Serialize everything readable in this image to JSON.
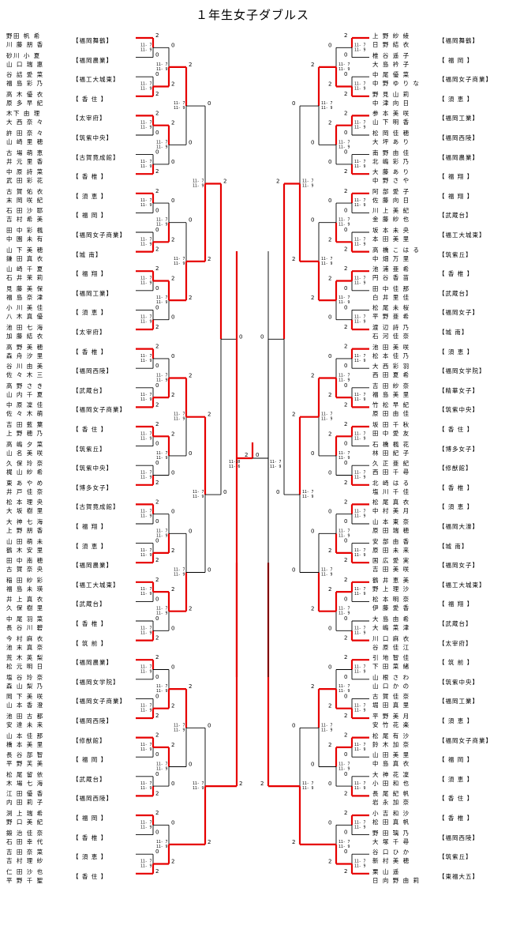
{
  "title": "１年生女子ダブルス",
  "left": [
    {
      "n1": "野田 帆 希",
      "n2": "川 藤 朋 香",
      "school": "【福岡舞鶴】"
    },
    {
      "n1": "砂川 小 夏",
      "n2": "山 口 瑞 惠",
      "school": "【福岡農業】"
    },
    {
      "n1": "谷 詰 愛 菜",
      "n2": "福 島 彩 乃",
      "school": "【福工大城東】"
    },
    {
      "n1": "高 木 優 衣",
      "n2": "原 多 早 紀",
      "school": "【 香 住 】"
    },
    {
      "n1": "木下 由 理",
      "n2": "大 西 奈 々",
      "school": "【太宰府】"
    },
    {
      "n1": "許 田 奈 々",
      "n2": "山 崎 里 穂",
      "school": "【筑紫中央】"
    },
    {
      "n1": "古 場 萌 恵",
      "n2": "井 元 里 香",
      "school": "【古賀竟成館】"
    },
    {
      "n1": "中 原 詩 菜",
      "n2": "武 田 彩 花",
      "school": "【 香 椎 】"
    },
    {
      "n1": "古 賀 佑 衣",
      "n2": "末 岡 咲 紀",
      "school": "【 須 恵 】"
    },
    {
      "n1": "石 田 沙 耶",
      "n2": "吉 村 希 美",
      "school": "【 福 岡 】"
    },
    {
      "n1": "田 中 彩 楓",
      "n2": "中 園 未 有",
      "school": "【福岡女子商業】"
    },
    {
      "n1": "山 下 美 穂",
      "n2": "鎌 田 真 衣",
      "school": "【城 南】"
    },
    {
      "n1": "山 崎 千 夏",
      "n2": "石 井 茉 莉",
      "school": "【 福 翔 】"
    },
    {
      "n1": "見 藤 美 保",
      "n2": "福 島 奈 津",
      "school": "【福岡工業】"
    },
    {
      "n1": "小 川 美 佳",
      "n2": "八 木 真 優",
      "school": "【 須 恵 】"
    },
    {
      "n1": "池 田 七 海",
      "n2": "加 藤 結 衣",
      "school": "【太宰府】"
    },
    {
      "n1": "高 野 美 穂",
      "n2": "森 舟 汐 里",
      "school": "【 香 椎 】"
    },
    {
      "n1": "谷 川 由 美",
      "n2": "佐 々 木 三",
      "school": "【福岡西陵】"
    },
    {
      "n1": "高 野 さ き",
      "n2": "山 内 千 夏",
      "school": "【武蔵台】"
    },
    {
      "n1": "中 原 凜 佳",
      "n2": "佐 々 木 萌",
      "school": "【福岡女子商業】"
    },
    {
      "n1": "吉 田 藍 葉",
      "n2": "上 野 穂 乃",
      "school": "【 香 住 】"
    },
    {
      "n1": "高 嶋 夕 菜",
      "n2": "山 名 美 咲",
      "school": "【筑紫丘】"
    },
    {
      "n1": "久 保 玲 奈",
      "n2": "梶 山 紗 希",
      "school": "【筑紫中央】"
    },
    {
      "n1": "東 あ や め",
      "n2": "井 戸 佳 奈",
      "school": "【博多女子】"
    },
    {
      "n1": "松 本 理 央",
      "n2": "大 坂 樹 里",
      "school": "【古賀竟成館】"
    },
    {
      "n1": "大 神 七 海",
      "n2": "上 野 朋 香",
      "school": "【 福 翔 】"
    },
    {
      "n1": "山 田 萌 未",
      "n2": "鶴 木 安 里",
      "school": "【 須 恵 】"
    },
    {
      "n1": "田 中 南 穂",
      "n2": "古 賀 奈 央",
      "school": "【福岡農業】"
    },
    {
      "n1": "稲 田 紗 彩",
      "n2": "福 島 未 瑛",
      "school": "【福工大城東】"
    },
    {
      "n1": "井 上 真 衣",
      "n2": "久 保 樹 里",
      "school": "【武蔵台】"
    },
    {
      "n1": "中 尾 羽 菜",
      "n2": "長 谷 川 碧",
      "school": "【 香 椎 】"
    },
    {
      "n1": "今 村 麻 衣",
      "n2": "池 末 真 奈",
      "school": "【 筑 前 】"
    },
    {
      "n1": "荒 木 英 梨",
      "n2": "松 元 明 日",
      "school": "【福岡農業】"
    },
    {
      "n1": "塩 谷 玲 奈",
      "n2": "森 山 梨 乃",
      "school": "【福岡女学院】"
    },
    {
      "n1": "岡 下 美 咲",
      "n2": "山 本 香 澄",
      "school": "【福岡女子商業】"
    },
    {
      "n1": "池 田 古 都",
      "n2": "安 達 未 来",
      "school": "【福岡西陵】"
    },
    {
      "n1": "山 本 佳 那",
      "n2": "橋 本 美 里",
      "school": "【修猷館】"
    },
    {
      "n1": "長 谷 部 智",
      "n2": "平 野 芙 美",
      "school": "【 福 岡 】"
    },
    {
      "n1": "松 尾 留 依",
      "n2": "木 場 七 海",
      "school": "【武蔵台】"
    },
    {
      "n1": "江 田 優 香",
      "n2": "内 田 莉 子",
      "school": "【福岡西陵】"
    },
    {
      "n1": "渕 上 瑞 希",
      "n2": "野 口 美 紀",
      "school": "【 福 岡 】"
    },
    {
      "n1": "鍛 治 佳 奈",
      "n2": "石 田 幸 代",
      "school": "【 香 椎 】"
    },
    {
      "n1": "吉 田 奈 菜",
      "n2": "吉 村 理 紗",
      "school": "【 須 恵 】"
    },
    {
      "n1": "仁 田 沙 也",
      "n2": "平 野 千 聖",
      "school": "【 香 住 】"
    }
  ],
  "right": [
    {
      "n1": "上 野 紗 綾",
      "n2": "日 野 結 衣",
      "school": "【福岡舞鶴】"
    },
    {
      "n1": "椎 谷 遥 子",
      "n2": "大 島 衿 子",
      "school": "【 福 岡 】"
    },
    {
      "n1": "中 尾 優 菜",
      "n2": "中 野 ゆ り な",
      "school": "【福岡女子商業】"
    },
    {
      "n1": "野 見 山 莉",
      "n2": "中 津 向 日",
      "school": "【 須 恵 】"
    },
    {
      "n1": "参 本 美 咲",
      "n2": "山 下 明 香",
      "school": "【福岡工業】"
    },
    {
      "n1": "松 岡 佳 穂",
      "n2": "大 坪 あ り",
      "school": "【福岡西陵】"
    },
    {
      "n1": "南 野 由 佳",
      "n2": "北 嶋 彩 乃",
      "school": "【福岡農業】"
    },
    {
      "n1": "大 藤 あ り",
      "n2": "中 野 さ や",
      "school": "【 福 翔 】"
    },
    {
      "n1": "阿 部 愛 子",
      "n2": "佐 藤 向 日",
      "school": "【 福 翔 】"
    },
    {
      "n1": "川 上 美 紀",
      "n2": "金 藤 紗 也",
      "school": "【武蔵台】"
    },
    {
      "n1": "坂 本 未 央",
      "n2": "本 田 美 里",
      "school": "【福工大城東】"
    },
    {
      "n1": "高 橋 こ は る",
      "n2": "中 畑 万 里",
      "school": "【筑紫丘】"
    },
    {
      "n1": "池 浦 亜 希",
      "n2": "円 谷 香 苗",
      "school": "【 香 椎 】"
    },
    {
      "n1": "田 中 佳 那",
      "n2": "白 井 里 佳",
      "school": "【武蔵台】"
    },
    {
      "n1": "松 尾 未 桜",
      "n2": "平 野 亜 希",
      "school": "【福岡女子】"
    },
    {
      "n1": "渡 辺 詩 乃",
      "n2": "石 河 佳 奈",
      "school": "【城 南】"
    },
    {
      "n1": "池 田 美 咲",
      "n2": "松 本 佳 乃",
      "school": "【 須 恵 】"
    },
    {
      "n1": "大 西 彩 羽",
      "n2": "西 田 夏 希",
      "school": "【福岡女学院】"
    },
    {
      "n1": "吉 田 紗 奈",
      "n2": "福 島 美 里",
      "school": "【精華女子】"
    },
    {
      "n1": "竹 松 早 紀",
      "n2": "原 田 由 佳",
      "school": "【筑紫中央】"
    },
    {
      "n1": "坂 田 千 秋",
      "n2": "田 中 愛 友",
      "school": "【 香 住 】"
    },
    {
      "n1": "石 橋 楓 花",
      "n2": "林 田 紀 子",
      "school": "【博多女子】"
    },
    {
      "n1": "久 正 亜 紀",
      "n2": "西 田 千 尋",
      "school": "【修猷館】"
    },
    {
      "n1": "北 崎 は る",
      "n2": "塩 川 千 佳",
      "school": "【 香 椎 】"
    },
    {
      "n1": "松 尾 真 衣",
      "n2": "中 村 美 月",
      "school": "【 須 恵 】"
    },
    {
      "n1": "山 本 東 奈",
      "n2": "原 田 瑞 穂",
      "school": "【福岡大濠】"
    },
    {
      "n1": "安 部 由 香",
      "n2": "原 田 未 来",
      "school": "【城 南】"
    },
    {
      "n1": "国 広 愛 実",
      "n2": "吉 田 美 咲",
      "school": "【福岡女子】"
    },
    {
      "n1": "鶴 井 恵 美",
      "n2": "野 上 理 沙",
      "school": "【福工大城東】"
    },
    {
      "n1": "松 本 明 奈",
      "n2": "伊 藤 愛 香",
      "school": "【 福 翔 】"
    },
    {
      "n1": "大 島 由 希",
      "n2": "大 嶋 菜 津",
      "school": "【武蔵台】"
    },
    {
      "n1": "川 口 麻 衣",
      "n2": "谷 原 佳 江",
      "school": "【太宰府】"
    },
    {
      "n1": "引 地 智 佳",
      "n2": "下 田 菜 緒",
      "school": "【 筑 前 】"
    },
    {
      "n1": "山 根 さ わ",
      "n2": "山 口 か の",
      "school": "【筑紫中央】"
    },
    {
      "n1": "古 賀 佳 奈",
      "n2": "堀 田 真 里",
      "school": "【福岡工業】"
    },
    {
      "n1": "平 野 美 月",
      "n2": "安 竹 花 楽",
      "school": "【 須 恵 】"
    },
    {
      "n1": "松 尾 有 沙",
      "n2": "鈴 木 加 奈",
      "school": "【福岡女子商業】"
    },
    {
      "n1": "山 田 美 里",
      "n2": "中 島 真 衣",
      "school": "【 福 岡 】"
    },
    {
      "n1": "大 神 花 凜",
      "n2": "小 田 和 也",
      "school": "【 須 恵 】"
    },
    {
      "n1": "長 尾 紀 帆",
      "n2": "岩 永 加 奈",
      "school": "【 香 住 】"
    },
    {
      "n1": "小 吉 和 沙",
      "n2": "松 田 真 帆",
      "school": "【 香 椎 】"
    },
    {
      "n1": "野 田 璃 乃",
      "n2": "大 塚 千 尋",
      "school": "【福岡西陵】"
    },
    {
      "n1": "谷 口 ひ か",
      "n2": "新 村 美 穂",
      "school": "【筑紫丘】"
    },
    {
      "n1": "栗 山 遥",
      "n2": "日 向 野 由 莉",
      "school": "【東福大五】"
    }
  ]
}
